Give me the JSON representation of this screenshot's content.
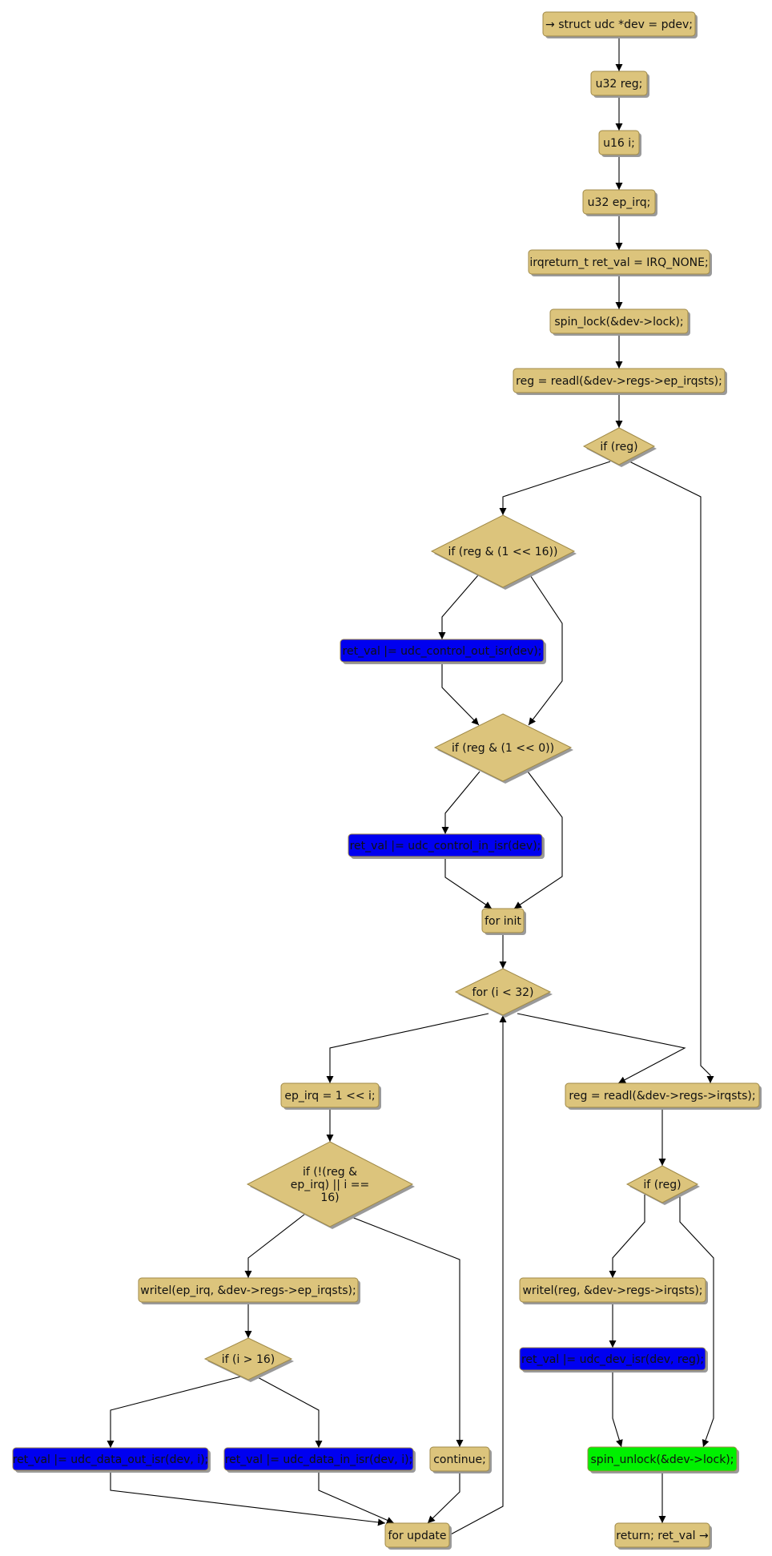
{
  "colors": {
    "box": "#dcc47c",
    "box_stroke": "#a08a48",
    "call": "#0000f0",
    "terminal": "#00f000",
    "shadow": "#9a9a9a",
    "edge": "#000000"
  },
  "nodes": [
    {
      "id": "n-struct-udc",
      "shape": "rect",
      "style": "box",
      "lines": [
        "→ struct udc *dev = pdev;"
      ]
    },
    {
      "id": "n-u32-reg",
      "shape": "rect",
      "style": "box",
      "lines": [
        "u32 reg;"
      ]
    },
    {
      "id": "n-u16-i",
      "shape": "rect",
      "style": "box",
      "lines": [
        "u16 i;"
      ]
    },
    {
      "id": "n-u32-ep-irq",
      "shape": "rect",
      "style": "box",
      "lines": [
        "u32 ep_irq;"
      ]
    },
    {
      "id": "n-ret-val-init",
      "shape": "rect",
      "style": "box",
      "lines": [
        "irqreturn_t ret_val = IRQ_NONE;"
      ]
    },
    {
      "id": "n-spin-lock",
      "shape": "rect",
      "style": "box",
      "lines": [
        "spin_lock(&dev->lock);"
      ]
    },
    {
      "id": "n-readl-ep-irqsts",
      "shape": "rect",
      "style": "box",
      "lines": [
        "reg = readl(&dev->regs->ep_irqsts);"
      ]
    },
    {
      "id": "n-if-reg-1",
      "shape": "diamond",
      "style": "box",
      "lines": [
        "if (reg)"
      ]
    },
    {
      "id": "n-if-bit16",
      "shape": "diamond",
      "style": "box",
      "lines": [
        "if (reg & (1 << 16))"
      ]
    },
    {
      "id": "n-control-out-isr",
      "shape": "rect",
      "style": "call",
      "lines": [
        "ret_val |= udc_control_out_isr(dev);"
      ]
    },
    {
      "id": "n-if-bit0",
      "shape": "diamond",
      "style": "box",
      "lines": [
        "if (reg & (1 << 0))"
      ]
    },
    {
      "id": "n-control-in-isr",
      "shape": "rect",
      "style": "call",
      "lines": [
        "ret_val |= udc_control_in_isr(dev);"
      ]
    },
    {
      "id": "n-for-init",
      "shape": "rect",
      "style": "box",
      "lines": [
        "for init"
      ]
    },
    {
      "id": "n-for-cond",
      "shape": "diamond",
      "style": "box",
      "lines": [
        "for (i < 32)"
      ]
    },
    {
      "id": "n-ep-irq-shift",
      "shape": "rect",
      "style": "box",
      "lines": [
        "ep_irq = 1 << i;"
      ]
    },
    {
      "id": "n-if-not-ep-irq",
      "shape": "diamond",
      "style": "box",
      "lines": [
        "if (!(reg &",
        "ep_irq) || i ==",
        "16)"
      ]
    },
    {
      "id": "n-writel-ep-irqsts",
      "shape": "rect",
      "style": "box",
      "lines": [
        "writel(ep_irq, &dev->regs->ep_irqsts);"
      ]
    },
    {
      "id": "n-if-i-gt-16",
      "shape": "diamond",
      "style": "box",
      "lines": [
        "if (i > 16)"
      ]
    },
    {
      "id": "n-data-out-isr",
      "shape": "rect",
      "style": "call",
      "lines": [
        "ret_val |= udc_data_out_isr(dev, i);"
      ]
    },
    {
      "id": "n-data-in-isr",
      "shape": "rect",
      "style": "call",
      "lines": [
        "ret_val |= udc_data_in_isr(dev, i);"
      ]
    },
    {
      "id": "n-continue",
      "shape": "rect",
      "style": "box",
      "lines": [
        "continue;"
      ]
    },
    {
      "id": "n-for-update",
      "shape": "rect",
      "style": "box",
      "lines": [
        "for update"
      ]
    },
    {
      "id": "n-readl-irqsts",
      "shape": "rect",
      "style": "box",
      "lines": [
        "reg = readl(&dev->regs->irqsts);"
      ]
    },
    {
      "id": "n-if-reg-2",
      "shape": "diamond",
      "style": "box",
      "lines": [
        "if (reg)"
      ]
    },
    {
      "id": "n-writel-irqsts",
      "shape": "rect",
      "style": "box",
      "lines": [
        "writel(reg, &dev->regs->irqsts);"
      ]
    },
    {
      "id": "n-dev-isr",
      "shape": "rect",
      "style": "call",
      "lines": [
        "ret_val |= udc_dev_isr(dev, reg);"
      ]
    },
    {
      "id": "n-spin-unlock",
      "shape": "rect",
      "style": "terminal",
      "lines": [
        "spin_unlock(&dev->lock);"
      ]
    },
    {
      "id": "n-return",
      "shape": "rect",
      "style": "box",
      "lines": [
        "return; ret_val →"
      ]
    }
  ],
  "edges": [
    {
      "from": "n-struct-udc",
      "to": "n-u32-reg"
    },
    {
      "from": "n-u32-reg",
      "to": "n-u16-i"
    },
    {
      "from": "n-u16-i",
      "to": "n-u32-ep-irq"
    },
    {
      "from": "n-u32-ep-irq",
      "to": "n-ret-val-init"
    },
    {
      "from": "n-ret-val-init",
      "to": "n-spin-lock"
    },
    {
      "from": "n-spin-lock",
      "to": "n-readl-ep-irqsts"
    },
    {
      "from": "n-readl-ep-irqsts",
      "to": "n-if-reg-1"
    },
    {
      "from": "n-if-reg-1",
      "to": "n-if-bit16"
    },
    {
      "from": "n-if-reg-1",
      "to": "n-readl-irqsts"
    },
    {
      "from": "n-if-bit16",
      "to": "n-control-out-isr"
    },
    {
      "from": "n-if-bit16",
      "to": "n-if-bit0"
    },
    {
      "from": "n-control-out-isr",
      "to": "n-if-bit0"
    },
    {
      "from": "n-if-bit0",
      "to": "n-control-in-isr"
    },
    {
      "from": "n-if-bit0",
      "to": "n-for-init"
    },
    {
      "from": "n-control-in-isr",
      "to": "n-for-init"
    },
    {
      "from": "n-for-init",
      "to": "n-for-cond"
    },
    {
      "from": "n-for-cond",
      "to": "n-ep-irq-shift"
    },
    {
      "from": "n-for-cond",
      "to": "n-readl-irqsts"
    },
    {
      "from": "n-ep-irq-shift",
      "to": "n-if-not-ep-irq"
    },
    {
      "from": "n-if-not-ep-irq",
      "to": "n-writel-ep-irqsts"
    },
    {
      "from": "n-if-not-ep-irq",
      "to": "n-continue"
    },
    {
      "from": "n-writel-ep-irqsts",
      "to": "n-if-i-gt-16"
    },
    {
      "from": "n-if-i-gt-16",
      "to": "n-data-out-isr"
    },
    {
      "from": "n-if-i-gt-16",
      "to": "n-data-in-isr"
    },
    {
      "from": "n-data-out-isr",
      "to": "n-for-update"
    },
    {
      "from": "n-data-in-isr",
      "to": "n-for-update"
    },
    {
      "from": "n-continue",
      "to": "n-for-update"
    },
    {
      "from": "n-for-update",
      "to": "n-for-cond"
    },
    {
      "from": "n-readl-irqsts",
      "to": "n-if-reg-2"
    },
    {
      "from": "n-if-reg-2",
      "to": "n-writel-irqsts"
    },
    {
      "from": "n-if-reg-2",
      "to": "n-spin-unlock"
    },
    {
      "from": "n-writel-irqsts",
      "to": "n-dev-isr"
    },
    {
      "from": "n-dev-isr",
      "to": "n-spin-unlock"
    },
    {
      "from": "n-spin-unlock",
      "to": "n-return"
    }
  ]
}
